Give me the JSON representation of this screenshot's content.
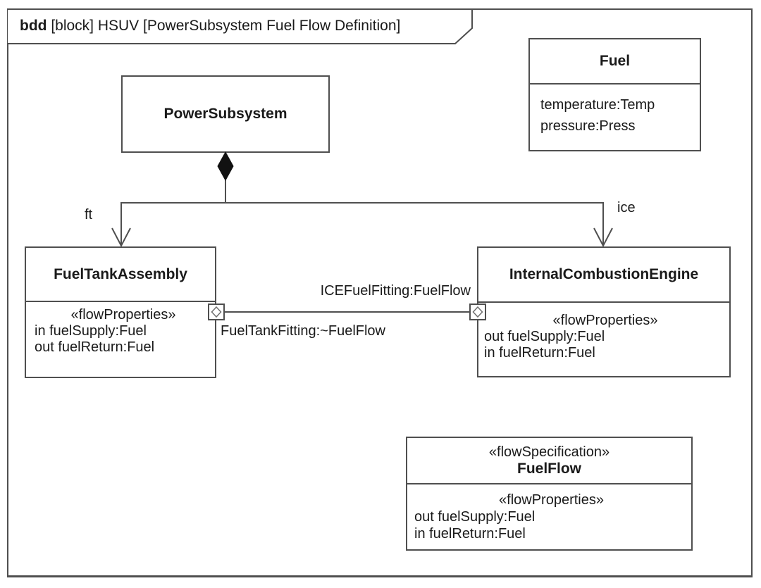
{
  "frame": {
    "keyword": "bdd",
    "title": " [block] HSUV [PowerSubsystem Fuel Flow Definition]"
  },
  "blocks": {
    "power_subsystem": {
      "title": "PowerSubsystem"
    },
    "fuel": {
      "title": "Fuel",
      "attributes": [
        "temperature:Temp",
        "pressure:Press"
      ]
    },
    "fuel_tank_assembly": {
      "title": "FuelTankAssembly",
      "compartment_stereotype": "«flowProperties»",
      "properties": [
        "in fuelSupply:Fuel",
        "out fuelReturn:Fuel"
      ]
    },
    "internal_combustion_engine": {
      "title": "InternalCombustionEngine",
      "compartment_stereotype": "«flowProperties»",
      "properties": [
        "out fuelSupply:Fuel",
        "in fuelReturn:Fuel"
      ]
    },
    "fuel_flow": {
      "stereotype": "«flowSpecification»",
      "title": "FuelFlow",
      "compartment_stereotype": "«flowProperties»",
      "properties": [
        "out fuelSupply:Fuel",
        "in fuelReturn:Fuel"
      ]
    }
  },
  "relationships": {
    "composition": {
      "ft_role": "ft",
      "ice_role": "ice"
    },
    "connector": {
      "top_label": "ICEFuelFitting:FuelFlow",
      "bottom_label": "FuelTankFitting:~FuelFlow"
    }
  },
  "colors": {
    "line": "#4f4f4f",
    "text": "#1a1a1a",
    "background": "#ffffff",
    "diamond_fill": "#111111"
  }
}
